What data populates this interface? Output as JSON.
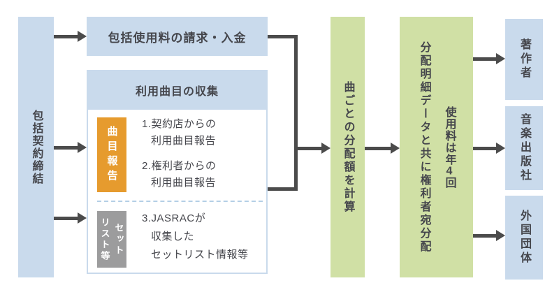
{
  "palette": {
    "box_blue": "#c9daec",
    "bar_green": "#d0e0a5",
    "tag_orange": "#e69b2e",
    "tag_gray": "#9c9c9d",
    "arrow_dark": "#4b4b4b",
    "text_dark": "#45464c",
    "divider_blue": "#b4cfe6"
  },
  "left_bar": {
    "label": "包括契約締結"
  },
  "billing_box": {
    "label": "包括使用料の請求・入金"
  },
  "collection_box": {
    "title": "利用曲目の収集",
    "report_tag": "曲目報告",
    "items": [
      {
        "line1": "1.契約店からの",
        "line2": "利用曲目報告"
      },
      {
        "line1": "2.権利者からの",
        "line2": "利用曲目報告"
      },
      {
        "line1": "3.JASRACが",
        "line2": "収集した",
        "line3": "セットリスト情報等"
      }
    ],
    "setlist_tag": {
      "right_col": "セット",
      "left_col": "リスト等"
    }
  },
  "calc_bar": {
    "label": "曲ごとの分配額を計算"
  },
  "distribute_bar": {
    "fee_col": {
      "part1": "使用料は年",
      "num": "4",
      "part2": "回"
    },
    "detail_col": "分配明細データと共に権利者宛分配"
  },
  "recipients": [
    {
      "label": "著作者"
    },
    {
      "label": "音楽出版社"
    },
    {
      "label": "外国団体"
    }
  ]
}
